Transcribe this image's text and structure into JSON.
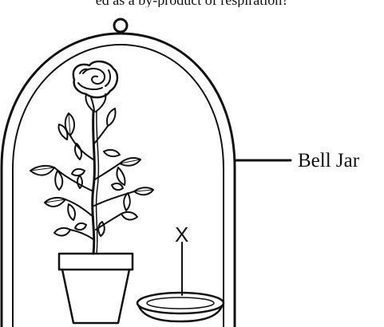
{
  "top_text": "ed as a by-product of respiration?",
  "labels": {
    "bell_jar": "Bell Jar",
    "x": "X"
  },
  "colors": {
    "stroke": "#111111",
    "background": "#ffffff"
  }
}
